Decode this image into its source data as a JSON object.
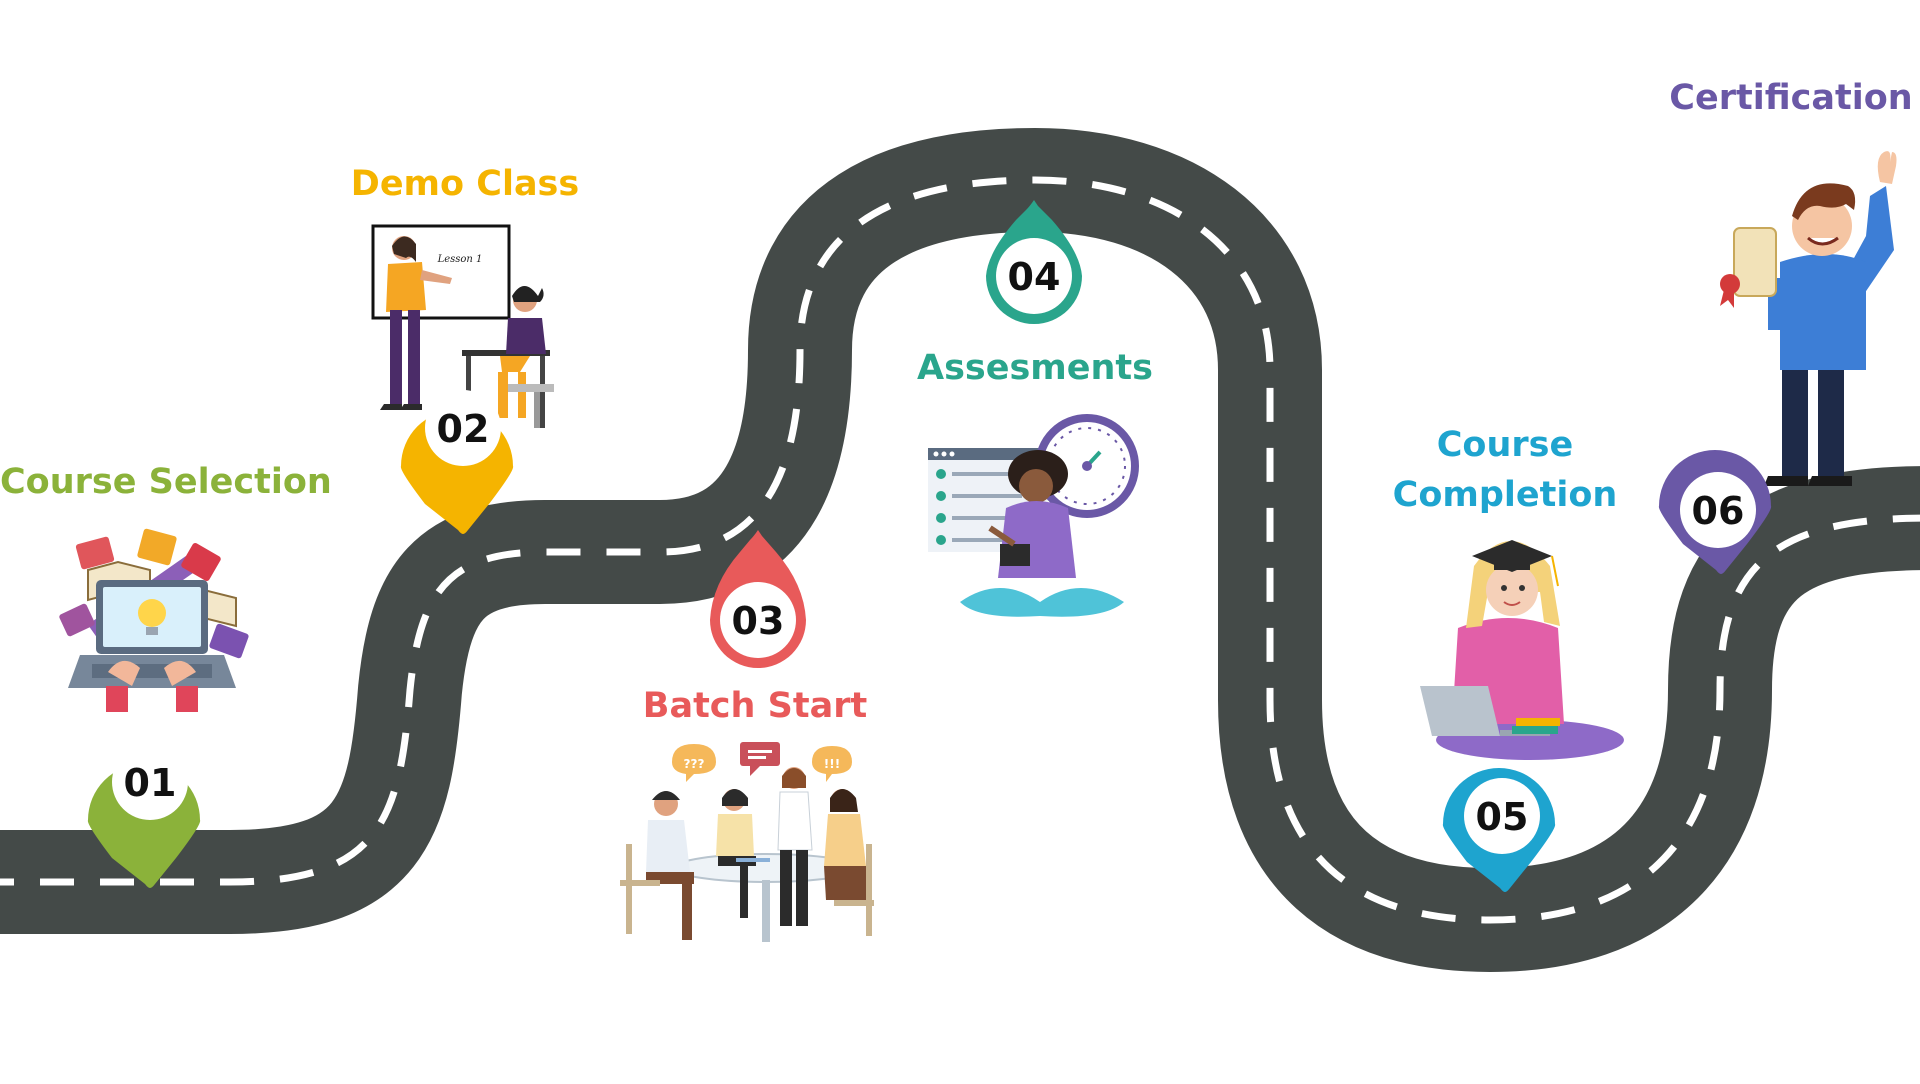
{
  "steps": [
    {
      "number": "01",
      "title": "Course Selection",
      "color": "#8bb23a",
      "icon": "laptop-books-illustration"
    },
    {
      "number": "02",
      "title": "Demo Class",
      "color": "#f5b400",
      "icon": "teacher-whiteboard-illustration",
      "whiteboard_text": "Lesson 1"
    },
    {
      "number": "03",
      "title": "Batch Start",
      "color": "#e85a5a",
      "icon": "group-meeting-illustration"
    },
    {
      "number": "04",
      "title": "Assesments",
      "color": "#2aa58c",
      "icon": "student-clock-illustration"
    },
    {
      "number": "05",
      "title_line1": "Course",
      "title_line2": "Completion",
      "color": "#1ea4cf",
      "icon": "graduate-laptop-illustration"
    },
    {
      "number": "06",
      "title": "Certification",
      "color": "#6a58a6",
      "icon": "certificate-holder-illustration"
    }
  ],
  "road": {
    "color": "#444a48",
    "dash_color": "#ffffff"
  }
}
